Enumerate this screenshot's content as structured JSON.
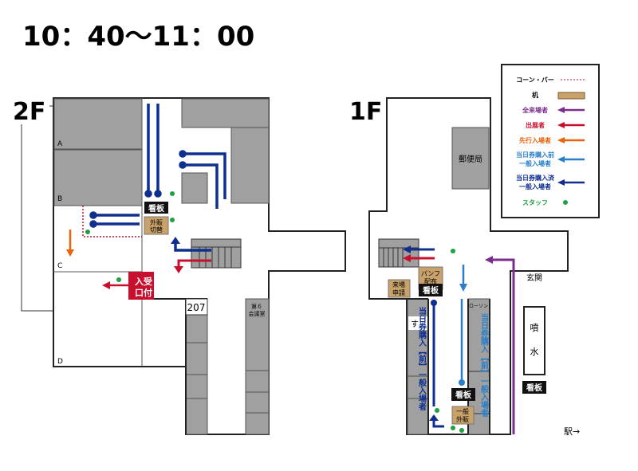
{
  "title": "10：40～11：00",
  "floors": {
    "f2": "2F",
    "f1": "1F"
  },
  "colors": {
    "all": "#7b2d8e",
    "exhibitor": "#c8102e",
    "advance": "#e8630a",
    "before": "#2a7fc8",
    "after": "#0f2f8f",
    "staff": "#1ea043",
    "desk": "#c8a26a",
    "room": "#a0a0a0"
  },
  "legend": {
    "cone": "コーン・バー",
    "desk": "机",
    "all": "全来場者",
    "exhibitor": "出展者",
    "advance": "先行入場者",
    "before1": "当日券購入前",
    "before2": "一般入場者",
    "after1": "当日券購入済",
    "after2": "一般入場者",
    "staff": "スタッフ"
  },
  "f2": {
    "rooms": [
      "A",
      "B",
      "C",
      "D"
    ],
    "signboard": "看板",
    "desk1": "外販",
    "desk2": "切替",
    "entrance1": "入",
    "entrance2": "口",
    "reception1": "受",
    "reception2": "付",
    "room207": "207",
    "conf1": "第６",
    "conf2": "会議室"
  },
  "f1": {
    "post": "郵便局",
    "pamph1": "パンフ",
    "pamph2": "配布",
    "apply1": "来場",
    "apply2": "申請",
    "signboard": "看板",
    "signboard2": "看板",
    "signboard3": "看板",
    "lawson": "ローソン",
    "sukiya": "す",
    "queue_left": "当日券購入【前】一般入場者",
    "queue_right": "当日券購入【前】一般入場者",
    "sales1": "一般",
    "sales2": "外販",
    "entrance": "玄関",
    "fountain1": "噴",
    "fountain2": "水",
    "station": "駅→"
  }
}
